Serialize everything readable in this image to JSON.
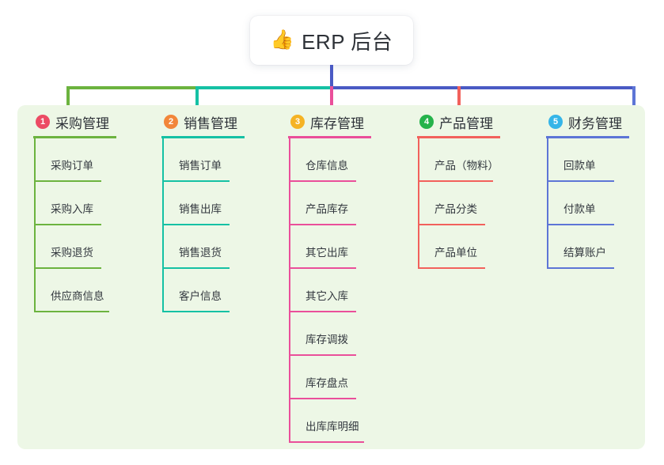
{
  "title": {
    "emoji": "👍",
    "emoji_name": "thumbs-up-icon",
    "text": "ERP 后台"
  },
  "theme": {
    "panel_background": "#edf7e6",
    "page_background": "#ffffff",
    "title_stem": "#4a5ac4",
    "bar_segment_1": "#6cb33f",
    "bar_segment_2": "#15c1a4",
    "bar_segment_3": "#4a5ac4"
  },
  "columns": [
    {
      "number": "1",
      "title": "采购管理",
      "badge_color": "#ec4b64",
      "line_color": "#6cb33f",
      "drop_color": "#6cb33f",
      "items": [
        {
          "label": "采购订单"
        },
        {
          "label": "采购入库"
        },
        {
          "label": "采购退货"
        },
        {
          "label": "供应商信息"
        }
      ]
    },
    {
      "number": "2",
      "title": "销售管理",
      "badge_color": "#f2863a",
      "line_color": "#15c1a4",
      "drop_color": "#15c1a4",
      "items": [
        {
          "label": "销售订单"
        },
        {
          "label": "销售出库"
        },
        {
          "label": "销售退货"
        },
        {
          "label": "客户信息"
        }
      ]
    },
    {
      "number": "3",
      "title": "库存管理",
      "badge_color": "#f5b324",
      "line_color": "#ea4f9a",
      "drop_color": "#ea4f9a",
      "items": [
        {
          "label": "仓库信息"
        },
        {
          "label": "产品库存"
        },
        {
          "label": "其它出库"
        },
        {
          "label": "其它入库"
        },
        {
          "label": "库存调拨"
        },
        {
          "label": "库存盘点"
        },
        {
          "label": "出库库明细"
        }
      ]
    },
    {
      "number": "4",
      "title": "产品管理",
      "badge_color": "#25b34b",
      "line_color": "#f2615c",
      "drop_color": "#f2615c",
      "items": [
        {
          "label": "产品（物料）"
        },
        {
          "label": "产品分类"
        },
        {
          "label": "产品单位"
        }
      ]
    },
    {
      "number": "5",
      "title": "财务管理",
      "badge_color": "#35b5e8",
      "line_color": "#5d75d6",
      "drop_color": "#5d75d6",
      "items": [
        {
          "label": "回款单"
        },
        {
          "label": "付款单"
        },
        {
          "label": "结算账户"
        }
      ]
    }
  ]
}
